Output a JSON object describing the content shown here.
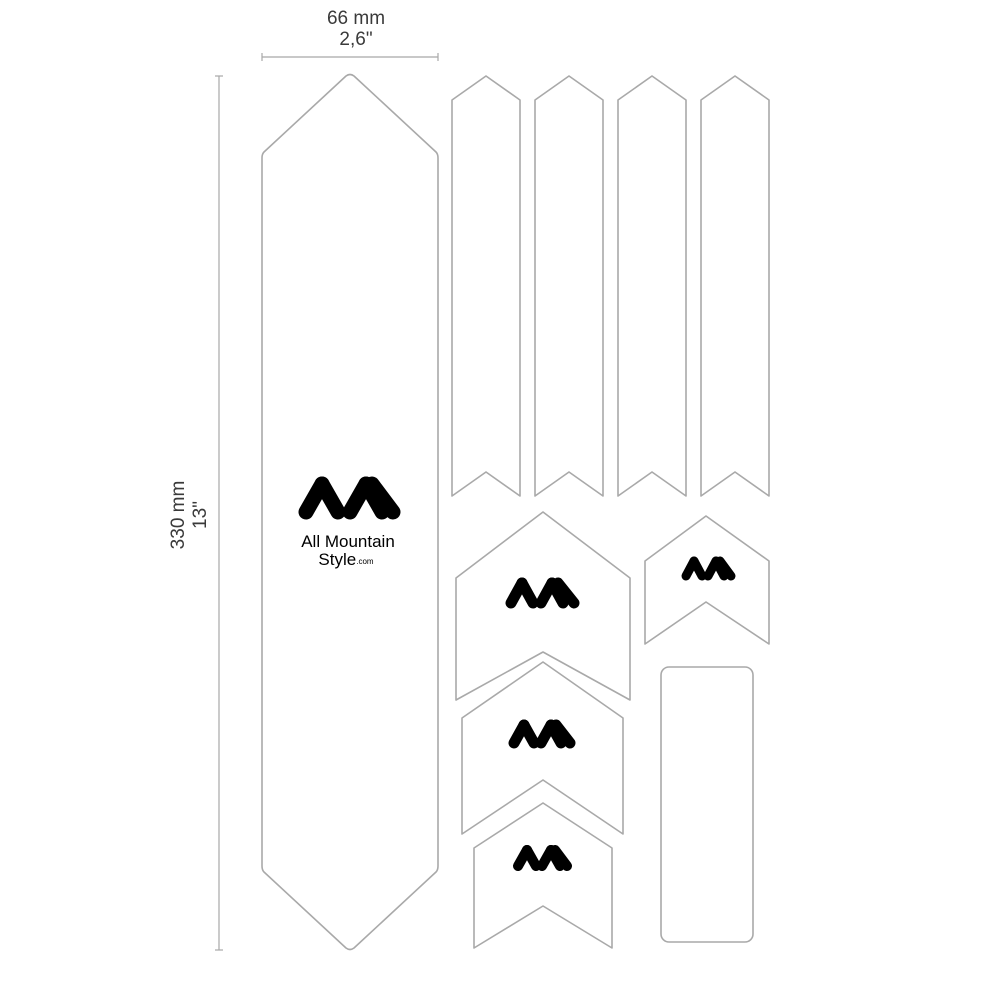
{
  "width_dimension": {
    "metric": "66 mm",
    "imperial": "2,6\""
  },
  "height_dimension": {
    "metric": "330 mm",
    "imperial": "13\""
  },
  "brand": {
    "name_line1": "All Mountain",
    "name_line2": "Style",
    "domain_suffix": ".com",
    "logo_color": "#000000"
  },
  "colors": {
    "outline": "#a9a9a9",
    "dimension": "#a8a8a8",
    "text": "#3a3a3a",
    "background": "#ffffff"
  }
}
